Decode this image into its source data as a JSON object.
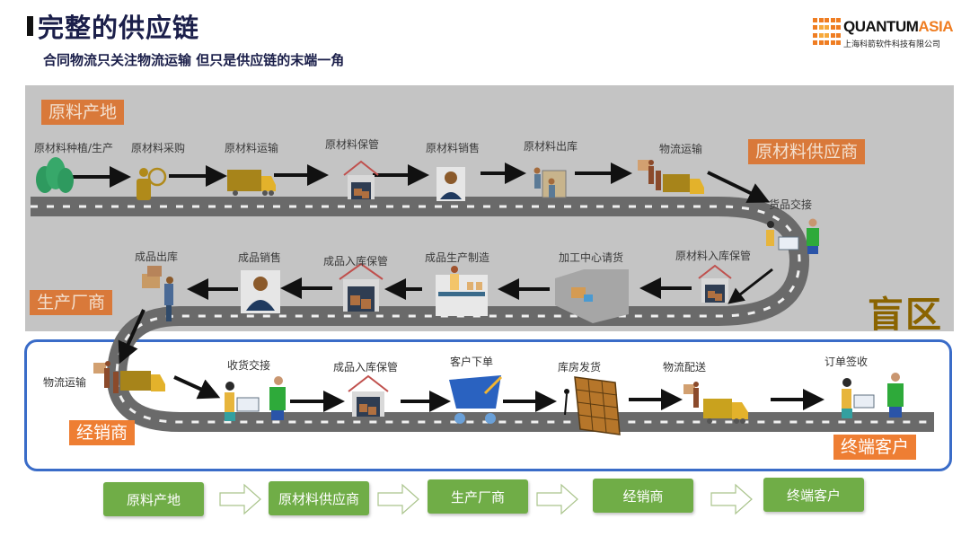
{
  "header": {
    "title": "完整的供应链",
    "subtitle": "合同物流只关注物流运输 但只是供应链的末端一角"
  },
  "logo": {
    "name_dark": "QUANTUM",
    "name_accent": "ASIA",
    "company": "上海科箭软件科技有限公司",
    "accent_color": "#ef7d22"
  },
  "stages": {
    "raw_origin": "原料产地",
    "raw_supplier": "原材料供应商",
    "manufacturer": "生产厂商",
    "distributor": "经销商",
    "end_customer": "终端客户"
  },
  "blind_zone_label": "盲区",
  "row1": [
    {
      "label": "原材料种植/生产",
      "icon": "trees-icon"
    },
    {
      "label": "原材料采购",
      "icon": "purchase-person-icon"
    },
    {
      "label": "原材料运输",
      "icon": "truck-icon"
    },
    {
      "label": "原材料保管",
      "icon": "warehouse-icon"
    },
    {
      "label": "原材料销售",
      "icon": "sales-agent-icon"
    },
    {
      "label": "原材料出库",
      "icon": "workers-cart-icon"
    },
    {
      "label": "物流运输",
      "icon": "movers-truck-icon"
    },
    {
      "label": "货品交接",
      "icon": "handover-icon"
    }
  ],
  "row2": [
    {
      "label": "原材料入库保管",
      "icon": "warehouse-icon"
    },
    {
      "label": "加工中心请货",
      "icon": "processing-center-icon"
    },
    {
      "label": "成品生产制造",
      "icon": "production-line-icon"
    },
    {
      "label": "成品入库保管",
      "icon": "warehouse-icon"
    },
    {
      "label": "成品销售",
      "icon": "sales-agent-icon"
    },
    {
      "label": "成品出库",
      "icon": "worker-boxes-icon"
    }
  ],
  "row3": [
    {
      "label": "物流运输",
      "icon": "movers-truck-icon"
    },
    {
      "label": "收货交接",
      "icon": "handover-icon"
    },
    {
      "label": "成品入库保管",
      "icon": "warehouse-icon"
    },
    {
      "label": "客户下单",
      "icon": "shopping-cart-icon"
    },
    {
      "label": "库房发货",
      "icon": "shelf-shipping-icon"
    },
    {
      "label": "物流配送",
      "icon": "mover-truck-icon"
    },
    {
      "label": "订单签收",
      "icon": "handover-icon"
    }
  ],
  "flow": [
    "原料产地",
    "原材料供应商",
    "生产厂商",
    "经销商",
    "终端客户"
  ],
  "colors": {
    "stage_tag": "#d9793a",
    "flow_box": "#70ad47",
    "highlight_border": "#3a6cc8",
    "blind_zone": "#8a6400",
    "road": "#6a6a6a",
    "panel": "#c4c4c4"
  }
}
